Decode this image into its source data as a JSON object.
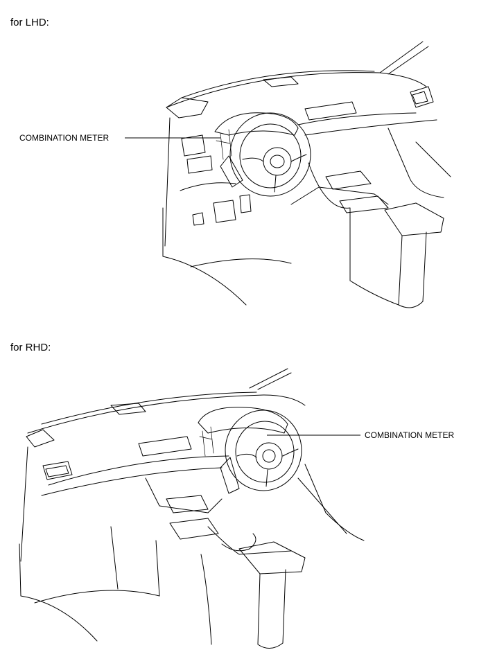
{
  "sections": [
    {
      "heading": "for LHD:",
      "callout": "COMBINATION METER"
    },
    {
      "heading": "for RHD:",
      "callout": "COMBINATION METER"
    }
  ]
}
